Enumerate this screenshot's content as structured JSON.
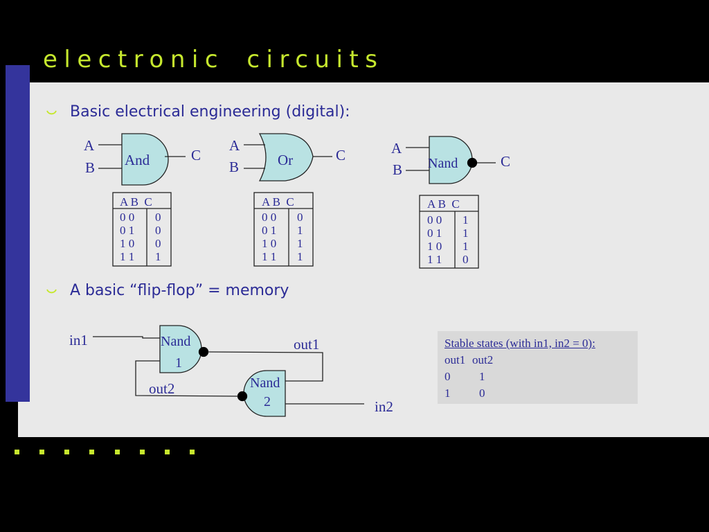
{
  "slide": {
    "title": "electronic  circuits",
    "bullets": [
      "Basic electrical engineering (digital):",
      "A basic “flip-flop” = memory"
    ]
  },
  "gates": [
    {
      "name": "And",
      "inputs": [
        "A",
        "B"
      ],
      "output": "C",
      "truth_table": {
        "header": "A B  C",
        "rows": [
          {
            "in": "0 0",
            "out": "0"
          },
          {
            "in": "0 1",
            "out": "0"
          },
          {
            "in": "1 0",
            "out": "0"
          },
          {
            "in": "1 1",
            "out": "1"
          }
        ]
      }
    },
    {
      "name": "Or",
      "inputs": [
        "A",
        "B"
      ],
      "output": "C",
      "truth_table": {
        "header": "A B  C",
        "rows": [
          {
            "in": "0 0",
            "out": "0"
          },
          {
            "in": "0 1",
            "out": "1"
          },
          {
            "in": "1 0",
            "out": "1"
          },
          {
            "in": "1 1",
            "out": "1"
          }
        ]
      }
    },
    {
      "name": "Nand",
      "inputs": [
        "A",
        "B"
      ],
      "output": "C",
      "truth_table": {
        "header": "A B  C",
        "rows": [
          {
            "in": "0 0",
            "out": "1"
          },
          {
            "in": "0 1",
            "out": "1"
          },
          {
            "in": "1 0",
            "out": "1"
          },
          {
            "in": "1 1",
            "out": "0"
          }
        ]
      }
    }
  ],
  "flipflop": {
    "gate1": [
      "Nand",
      "1"
    ],
    "gate2": [
      "Nand",
      "2"
    ],
    "in1": "in1",
    "in2": "in2",
    "out1": "out1",
    "out2": "out2"
  },
  "stable_states": {
    "heading": "Stable states (with in1, in2 = 0):",
    "columns": [
      "out1",
      "out2"
    ],
    "rows": [
      [
        "0",
        "1"
      ],
      [
        "1",
        "0"
      ]
    ]
  },
  "colors": {
    "background": "#000000",
    "panel": "#e9e9e9",
    "sidebar": "#34349c",
    "title": "#c6e82e",
    "text": "#2b2b96",
    "gate_fill": "#b9e2e3",
    "states_box": "#d9d9d9",
    "accent_dots": "#c6e82e"
  },
  "icons": {
    "bullet": "crescent-bullet-icon",
    "footer": "square-dot-icon"
  }
}
